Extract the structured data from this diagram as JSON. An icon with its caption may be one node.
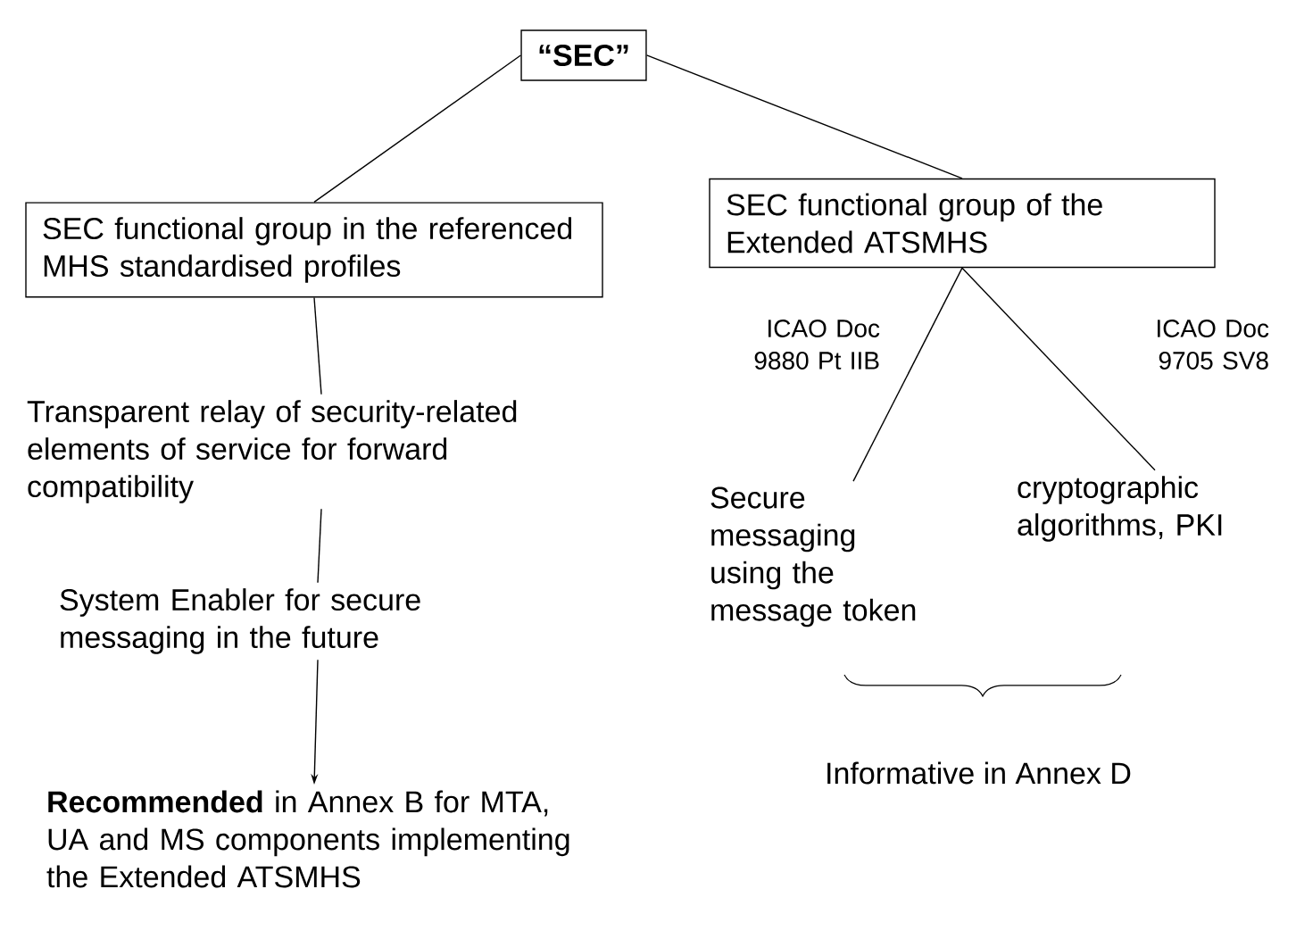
{
  "diagram": {
    "nodes": [
      {
        "text": [
          "“SEC”"
        ]
      },
      {
        "text": [
          "SEC functional group in the referenced MHS standardised profiles"
        ]
      },
      {
        "text": [
          "SEC functional group of the Extended ATSMHS"
        ]
      },
      {
        "text": [
          "Transparent relay of security-related elements of service for forward compatibility"
        ]
      },
      {
        "text": [
          "System Enabler for secure messaging in the future"
        ]
      },
      {
        "text": [
          "**Recommended** in Annex B for MTA, UA and MS components implementing the Extended ATSMHS"
        ]
      },
      {
        "text": [
          "Secure messaging using the message token"
        ]
      },
      {
        "text": [
          "cryptographic algorithms, PKI"
        ]
      }
    ],
    "edges": [
      {
        "from": 0,
        "to": 1,
        "arrow": "none"
      },
      {
        "from": 0,
        "to": 2,
        "arrow": "none"
      },
      {
        "from": 1,
        "to": 3,
        "arrow": "none"
      },
      {
        "from": 3,
        "to": 4,
        "arrow": "none"
      },
      {
        "from": 4,
        "to": 5,
        "arrow": "to"
      },
      {
        "from": 2,
        "to": 6,
        "arrow": "none",
        "label": "ICAO Doc 9880 Pt IIB"
      },
      {
        "from": 2,
        "to": 7,
        "arrow": "none",
        "label": "ICAO Doc 9705 SV8"
      }
    ],
    "labels": [
      "Informative in Annex D"
    ]
  }
}
